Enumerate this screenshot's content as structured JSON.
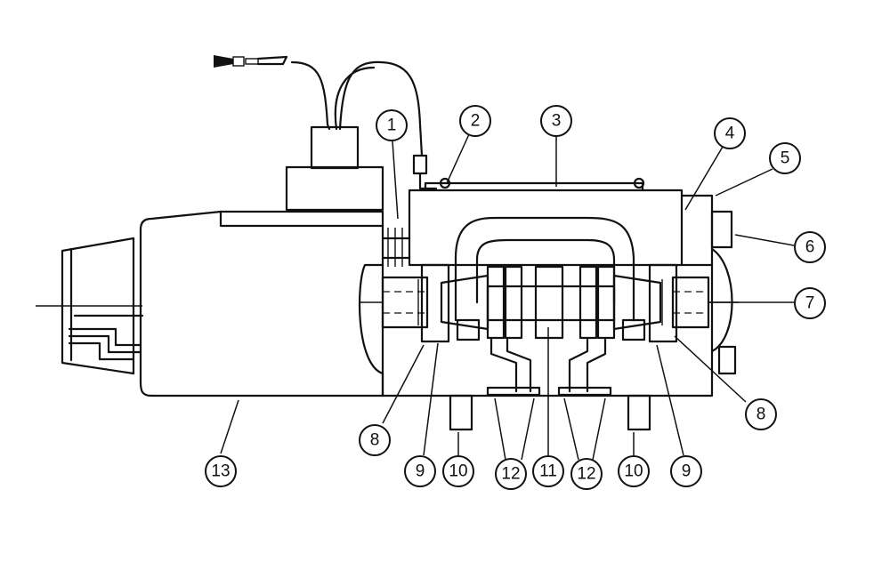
{
  "callouts": [
    {
      "id": "c1",
      "label": "1"
    },
    {
      "id": "c2",
      "label": "2"
    },
    {
      "id": "c3",
      "label": "3"
    },
    {
      "id": "c4",
      "label": "4"
    },
    {
      "id": "c5",
      "label": "5"
    },
    {
      "id": "c6",
      "label": "6"
    },
    {
      "id": "c7",
      "label": "7"
    },
    {
      "id": "c8a",
      "label": "8"
    },
    {
      "id": "c8b",
      "label": "8"
    },
    {
      "id": "c9a",
      "label": "9"
    },
    {
      "id": "c9b",
      "label": "9"
    },
    {
      "id": "c10a",
      "label": "10"
    },
    {
      "id": "c10b",
      "label": "10"
    },
    {
      "id": "c11",
      "label": "11"
    },
    {
      "id": "c12a",
      "label": "12"
    },
    {
      "id": "c12b",
      "label": "12"
    },
    {
      "id": "c13",
      "label": "13"
    }
  ]
}
